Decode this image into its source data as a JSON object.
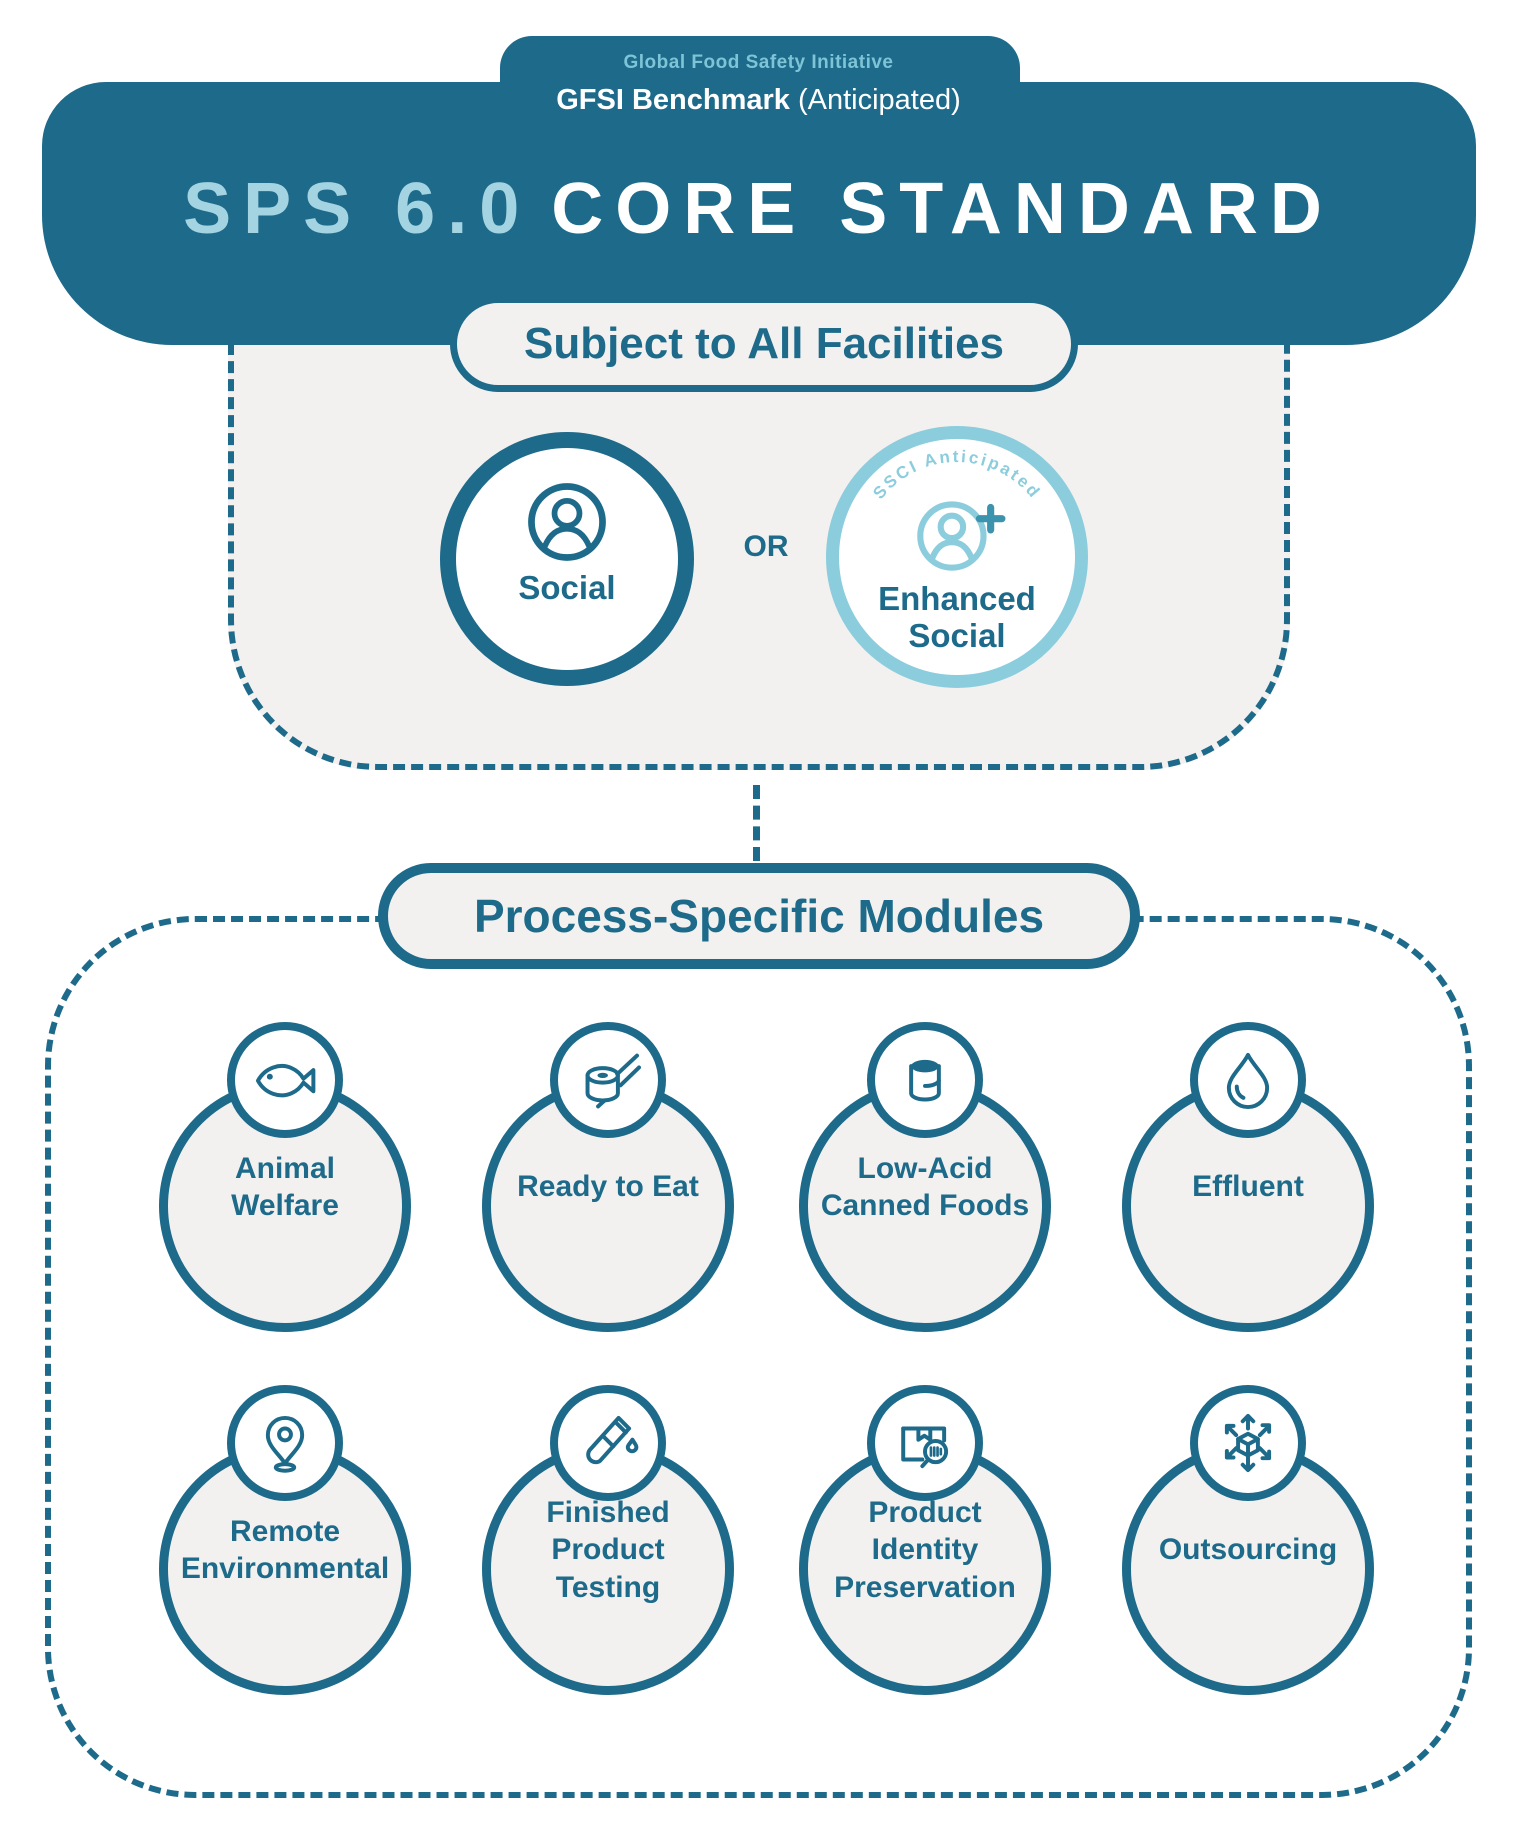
{
  "colors": {
    "teal": "#1d6a8a",
    "panel_gray": "#f2f1ef",
    "light_blue": "#7ec4d6",
    "pale_blue": "#a4d4e2",
    "enhanced_ring": "#8ccddd",
    "plus_accent": "#3c93ae",
    "background": "#ffffff"
  },
  "header": {
    "eyebrow": "Global Food Safety Initiative",
    "benchmark_bold": "GFSI Benchmark",
    "benchmark_note": "(Anticipated)",
    "title_version": "SPS 6.0",
    "title_rest": "CORE STANDARD"
  },
  "facilities_section": {
    "pill_label": "Subject to All Facilities",
    "or_label": "OR",
    "social": {
      "label": "Social",
      "icon": "person-icon"
    },
    "enhanced_social": {
      "arc_label": "SSCI Anticipated",
      "label_lines": [
        "Enhanced",
        "Social"
      ],
      "icon": "person-plus-icon"
    }
  },
  "modules_section": {
    "pill_label": "Process-Specific Modules",
    "modules": [
      {
        "label_lines": [
          "Animal",
          "Welfare"
        ],
        "icon": "fish-icon"
      },
      {
        "label_lines": [
          "Ready to Eat"
        ],
        "icon": "sushi-chopsticks-icon"
      },
      {
        "label_lines": [
          "Low-Acid",
          "Canned Foods"
        ],
        "icon": "can-icon"
      },
      {
        "label_lines": [
          "Effluent"
        ],
        "icon": "droplet-icon"
      },
      {
        "label_lines": [
          "Remote",
          "Environmental"
        ],
        "icon": "location-pin-icon"
      },
      {
        "label_lines": [
          "Finished",
          "Product",
          "Testing"
        ],
        "icon": "test-tube-icon"
      },
      {
        "label_lines": [
          "Product",
          "Identity",
          "Preservation"
        ],
        "icon": "barcode-magnifier-icon"
      },
      {
        "label_lines": [
          "Outsourcing"
        ],
        "icon": "cube-arrows-icon"
      }
    ]
  }
}
